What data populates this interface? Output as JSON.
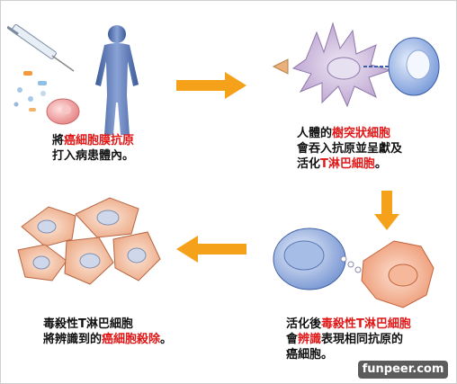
{
  "steps": [
    {
      "lines": [
        [
          {
            "t": "將",
            "red": false
          },
          {
            "t": "癌細胞膜抗原",
            "red": true
          }
        ],
        [
          {
            "t": "打入病患體內。",
            "red": false
          }
        ]
      ]
    },
    {
      "lines": [
        [
          {
            "t": "人體的",
            "red": false
          },
          {
            "t": "樹突狀細胞",
            "red": true
          }
        ],
        [
          {
            "t": "會吞入抗原並呈獻及",
            "red": false
          }
        ],
        [
          {
            "t": "活化",
            "red": false
          },
          {
            "t": "T淋巴細胞",
            "red": true
          },
          {
            "t": "。",
            "red": false
          }
        ]
      ]
    },
    {
      "lines": [
        [
          {
            "t": "活化後",
            "red": false
          },
          {
            "t": "毒殺性T淋巴細胞",
            "red": true
          }
        ],
        [
          {
            "t": "會",
            "red": false
          },
          {
            "t": "辨識",
            "red": true
          },
          {
            "t": "表現相同抗原的",
            "red": false
          }
        ],
        [
          {
            "t": "癌細胞。",
            "red": false
          }
        ]
      ]
    },
    {
      "lines": [
        [
          {
            "t": "毒殺性T淋巴細胞",
            "red": false
          }
        ],
        [
          {
            "t": "將辨識到的",
            "red": false
          },
          {
            "t": "癌細胞殺除",
            "red": true
          },
          {
            "t": "。",
            "red": false
          }
        ]
      ]
    }
  ],
  "brand": "funpeer.com",
  "colors": {
    "highlight": "#e01818",
    "arrow": "#f5a21a",
    "body": "#4f6fb0"
  }
}
